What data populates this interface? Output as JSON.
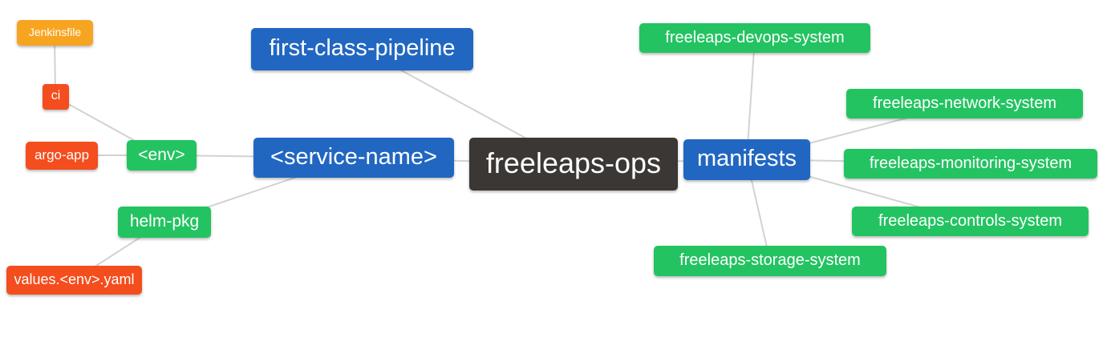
{
  "diagram": {
    "type": "mindmap",
    "root_label": "freeleaps-ops",
    "colors": {
      "blue": "#2167c1",
      "green": "#23c361",
      "red": "#f44d1e",
      "orange": "#f7a521",
      "dark": "#3b3734",
      "text": "#ffffff",
      "edge": "#d2d2d2",
      "background": "#ffffff"
    },
    "nodes": [
      {
        "id": "jenkinsfile",
        "label": "Jenkinsfile",
        "color": "orange"
      },
      {
        "id": "ci",
        "label": "ci",
        "color": "red"
      },
      {
        "id": "argo-app",
        "label": "argo-app",
        "color": "red"
      },
      {
        "id": "env",
        "label": "<env>",
        "color": "green"
      },
      {
        "id": "helm-pkg",
        "label": "helm-pkg",
        "color": "green"
      },
      {
        "id": "values-env-yaml",
        "label": "values.<env>.yaml",
        "color": "red"
      },
      {
        "id": "first-class-pipeline",
        "label": "first-class-pipeline",
        "color": "blue"
      },
      {
        "id": "service-name",
        "label": "<service-name>",
        "color": "blue"
      },
      {
        "id": "freeleaps-ops",
        "label": "freeleaps-ops",
        "color": "dark"
      },
      {
        "id": "manifests",
        "label": "manifests",
        "color": "blue"
      },
      {
        "id": "freeleaps-devops-system",
        "label": "freeleaps-devops-system",
        "color": "green"
      },
      {
        "id": "freeleaps-network-system",
        "label": "freeleaps-network-system",
        "color": "green"
      },
      {
        "id": "freeleaps-monitoring-system",
        "label": "freeleaps-monitoring-system",
        "color": "green"
      },
      {
        "id": "freeleaps-controls-system",
        "label": "freeleaps-controls-system",
        "color": "green"
      },
      {
        "id": "freeleaps-storage-system",
        "label": "freeleaps-storage-system",
        "color": "green"
      }
    ],
    "edges": [
      {
        "from": "jenkinsfile",
        "to": "ci"
      },
      {
        "from": "ci",
        "to": "env"
      },
      {
        "from": "argo-app",
        "to": "env"
      },
      {
        "from": "env",
        "to": "service-name"
      },
      {
        "from": "helm-pkg",
        "to": "service-name"
      },
      {
        "from": "values-env-yaml",
        "to": "helm-pkg"
      },
      {
        "from": "first-class-pipeline",
        "to": "freeleaps-ops"
      },
      {
        "from": "service-name",
        "to": "freeleaps-ops"
      },
      {
        "from": "freeleaps-ops",
        "to": "manifests"
      },
      {
        "from": "manifests",
        "to": "freeleaps-devops-system"
      },
      {
        "from": "manifests",
        "to": "freeleaps-network-system"
      },
      {
        "from": "manifests",
        "to": "freeleaps-monitoring-system"
      },
      {
        "from": "manifests",
        "to": "freeleaps-controls-system"
      },
      {
        "from": "manifests",
        "to": "freeleaps-storage-system"
      }
    ]
  }
}
